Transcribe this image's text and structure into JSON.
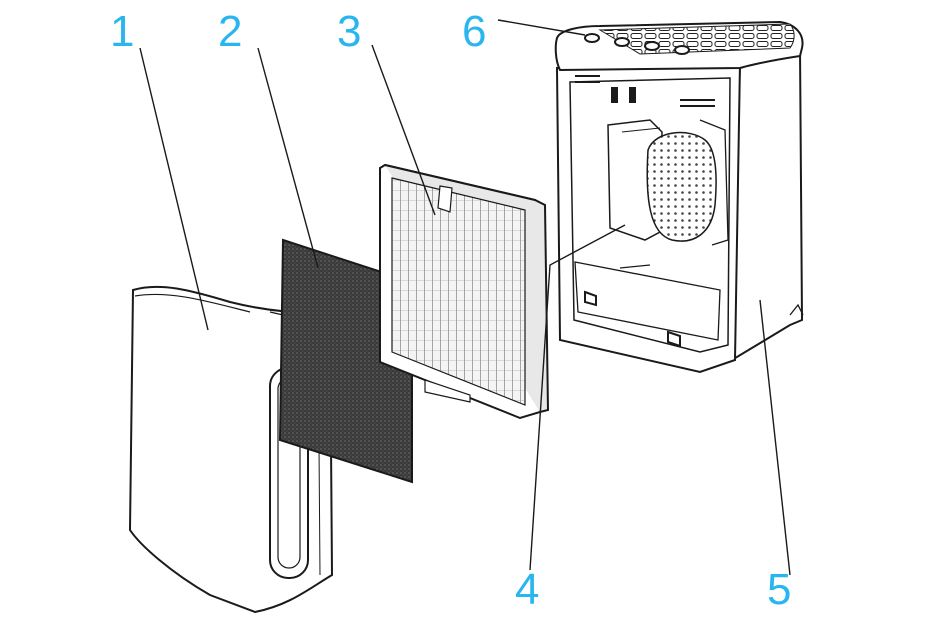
{
  "diagram": {
    "label_color": "#29b6ef",
    "line_color": "#1a1a1a",
    "labels": {
      "l1": "1",
      "l2": "2",
      "l3": "3",
      "l4": "4",
      "l5": "5",
      "l6": "6"
    }
  }
}
